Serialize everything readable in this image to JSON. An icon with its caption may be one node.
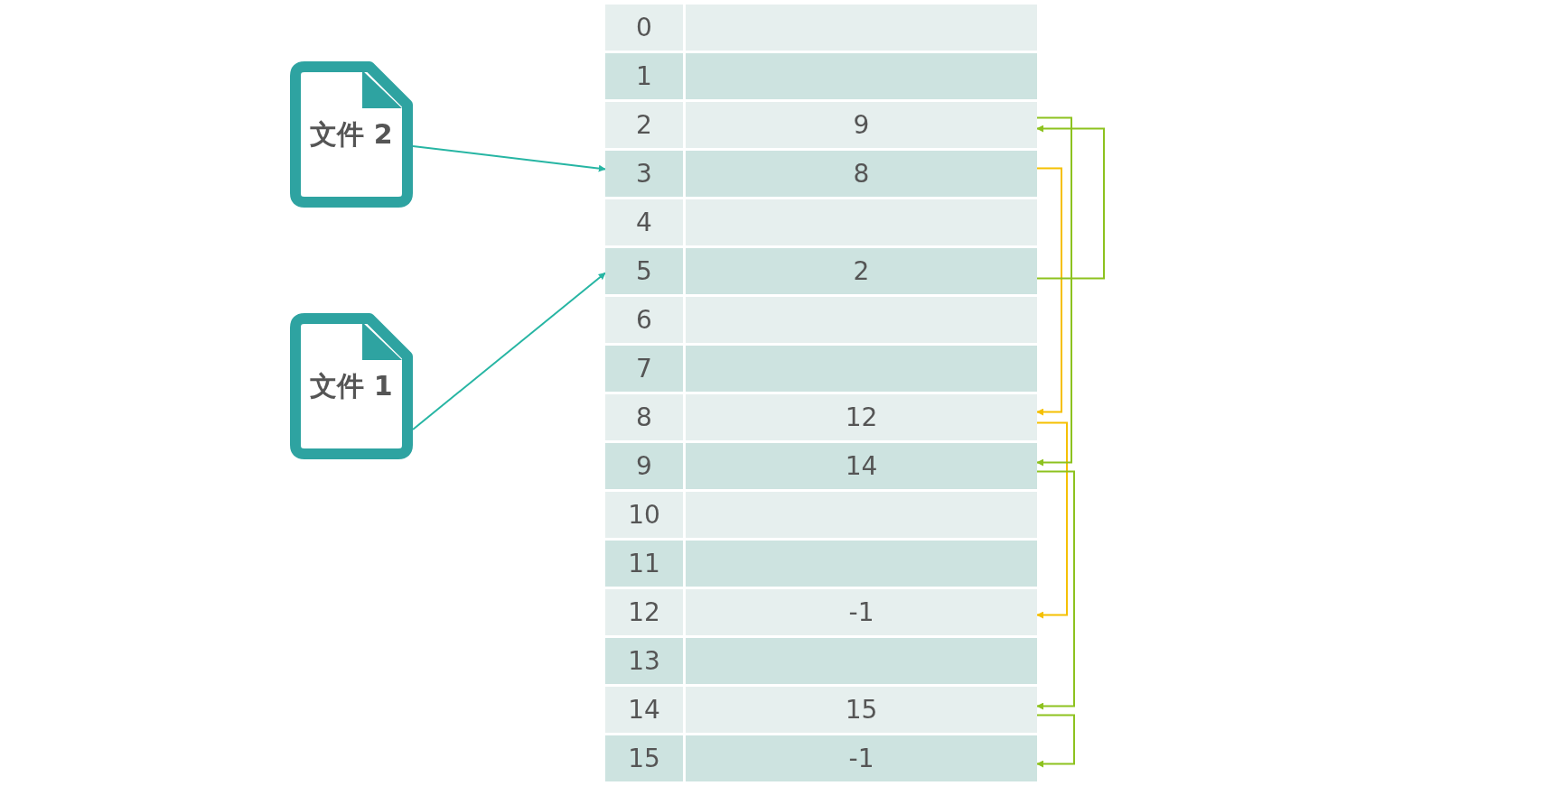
{
  "diagram": {
    "nodes": [
      {
        "text": [
          "文件 2"
        ]
      },
      {
        "text": [
          "文件 1"
        ]
      },
      {
        "text": [
          "0"
        ]
      },
      {
        "text": [
          "1"
        ]
      },
      {
        "text": [
          "2",
          "9"
        ]
      },
      {
        "text": [
          "3",
          "8"
        ]
      },
      {
        "text": [
          "4"
        ]
      },
      {
        "text": [
          "5",
          "2"
        ]
      },
      {
        "text": [
          "6"
        ]
      },
      {
        "text": [
          "7"
        ]
      },
      {
        "text": [
          "8",
          "12"
        ]
      },
      {
        "text": [
          "9",
          "14"
        ]
      },
      {
        "text": [
          "10"
        ]
      },
      {
        "text": [
          "11"
        ]
      },
      {
        "text": [
          "12",
          "-1"
        ]
      },
      {
        "text": [
          "13"
        ]
      },
      {
        "text": [
          "14",
          "15"
        ]
      },
      {
        "text": [
          "15",
          "-1"
        ]
      }
    ],
    "edges": [
      {
        "from": 0,
        "to": 5,
        "arrow": "to",
        "color": "#26b5a3"
      },
      {
        "from": 1,
        "to": 7,
        "arrow": "to",
        "color": "#26b5a3"
      },
      {
        "from": 5,
        "to": 10,
        "arrow": "to",
        "color": "#f5c000"
      },
      {
        "from": 10,
        "to": 14,
        "arrow": "to",
        "color": "#f5c000"
      },
      {
        "from": 7,
        "to": 4,
        "arrow": "to"
      },
      {
        "from": 4,
        "to": 11,
        "arrow": "to"
      },
      {
        "from": 11,
        "to": 16,
        "arrow": "to"
      },
      {
        "from": 16,
        "to": 17,
        "arrow": "to"
      }
    ]
  }
}
